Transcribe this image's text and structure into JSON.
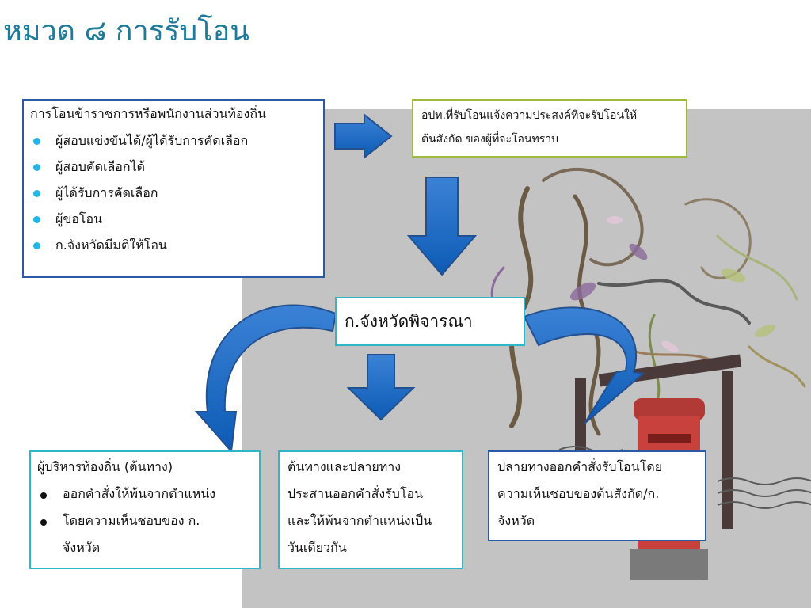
{
  "slide": {
    "title": "หมวด ๘ การรับโอน"
  },
  "box_transfer_types": {
    "title": "การโอนข้าราชการหรือพนักงานส่วนท้องถิ่น",
    "items": [
      "ผู้สอบแข่งขันได้/ผู้ได้รับการคัดเลือก",
      "ผู้สอบคัดเลือกได้",
      "ผู้ได้รับการคัดเลือก",
      "ผู้ขอโอน",
      "ก.จังหวัดมีมติให้โอน"
    ]
  },
  "box_notify": {
    "lines": [
      "อปท.ที่รับโอนแจ้งความประสงค์ที่จะรับโอนให้",
      "ต้นสังกัด ของผู้ที่จะโอนทราบ"
    ]
  },
  "box_consider": {
    "label": "ก.จังหวัดพิจารณา"
  },
  "box_origin": {
    "title": "ผู้บริหารท้องถิ่น (ต้นทาง)",
    "items": [
      "ออกคำสั่งให้พ้นจากตำแหน่ง",
      "โดยความเห็นชอบของ ก."
    ],
    "continuation": "จังหวัด"
  },
  "box_coordinate": {
    "lines": [
      "ต้นทางและปลายทาง",
      "ประสานออกคำสั่งรับโอน",
      "และให้พ้นจากตำแหน่งเป็น",
      "วันเดียวกัน"
    ]
  },
  "box_destination": {
    "lines": [
      "ปลายทางออกคำสั่งรับโอนโดย",
      "ความเห็นชอบของต้นสังกัด/ก.",
      "จังหวัด"
    ]
  },
  "colors": {
    "title": "#1f7a99",
    "arrow_fill": "#1565c0",
    "border_blue": "#2a5aa6",
    "border_green": "#9bbd3b",
    "border_cyan": "#2fb6c9",
    "bullet": "#25b4e6"
  }
}
